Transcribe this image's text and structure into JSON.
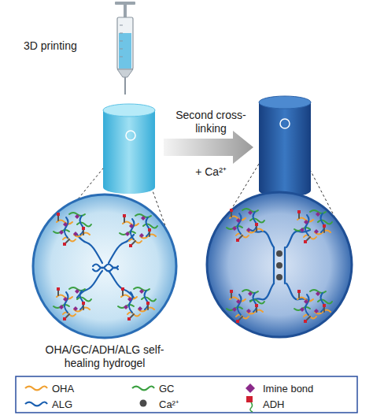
{
  "diagram": {
    "labels": [
      "3D printing",
      "Second cross-linking",
      "+ Ca²⁺",
      "OHA/GC/ADH/ALG self-healing hydrogel"
    ],
    "legend": [
      {
        "text": "OHA"
      },
      {
        "text": "GC"
      },
      {
        "text": "Imine bond"
      },
      {
        "text": "ALG"
      },
      {
        "text": "Ca²⁺"
      },
      {
        "text": "ADH"
      }
    ]
  }
}
